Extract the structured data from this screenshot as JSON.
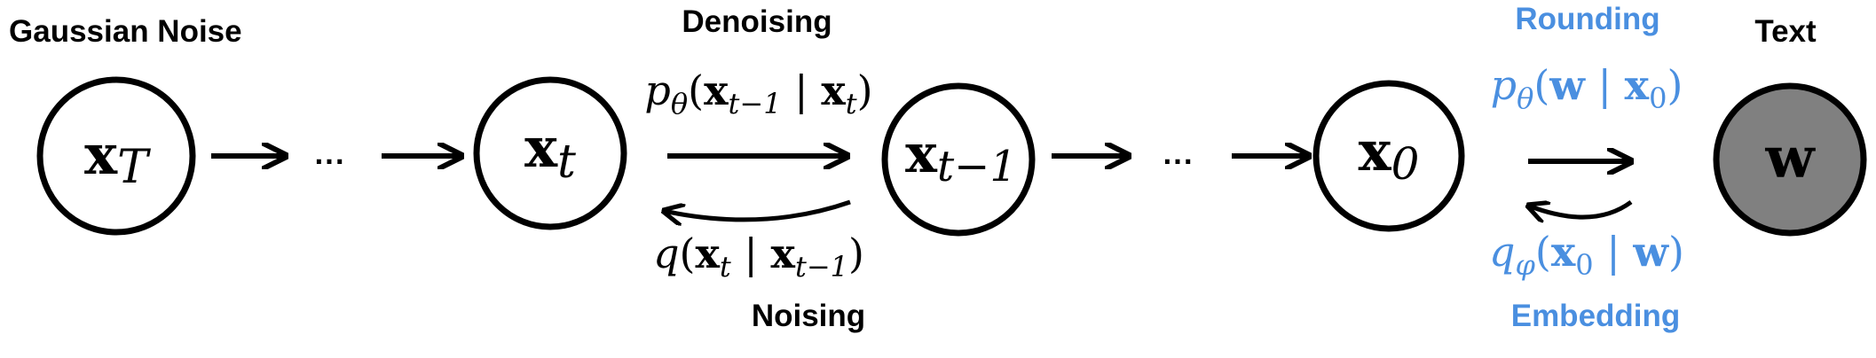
{
  "labels": {
    "gaussian_noise": "Gaussian Noise",
    "denoising": "Denoising",
    "noising": "Noising",
    "rounding": "Rounding",
    "embedding": "Embedding",
    "text": "Text"
  },
  "nodes": {
    "xT": {
      "main": "x",
      "sub": "T"
    },
    "xt": {
      "main": "x",
      "sub": "t"
    },
    "xt1": {
      "main": "x",
      "sub": "t−1"
    },
    "x0": {
      "main": "x",
      "sub": "0"
    },
    "w": {
      "main": "w"
    }
  },
  "ellipsis": "···",
  "formulas": {
    "p_theta": {
      "fn": "p",
      "fn_sub": "θ",
      "open": "(",
      "arg1": "x",
      "arg1_sub": "t−1",
      "bar": " | ",
      "arg2": "x",
      "arg2_sub": "t",
      "close": ")"
    },
    "q": {
      "fn": "q",
      "open": "(",
      "arg1": "x",
      "arg1_sub": "t",
      "bar": " | ",
      "arg2": "x",
      "arg2_sub": "t−1",
      "close": ")"
    },
    "p_round": {
      "fn": "p",
      "fn_sub": "θ",
      "open": "(",
      "arg1": "w",
      "bar": " | ",
      "arg2": "x",
      "arg2_sub": "0",
      "close": ")"
    },
    "q_embed": {
      "fn": "q",
      "fn_sub": "φ",
      "open": "(",
      "arg1": "x",
      "arg1_sub": "0",
      "bar": " | ",
      "arg2": "w",
      "close": ")"
    }
  },
  "colors": {
    "black": "#000000",
    "blue_accent": "#4A8FE0",
    "text_node_fill": "#808080"
  }
}
